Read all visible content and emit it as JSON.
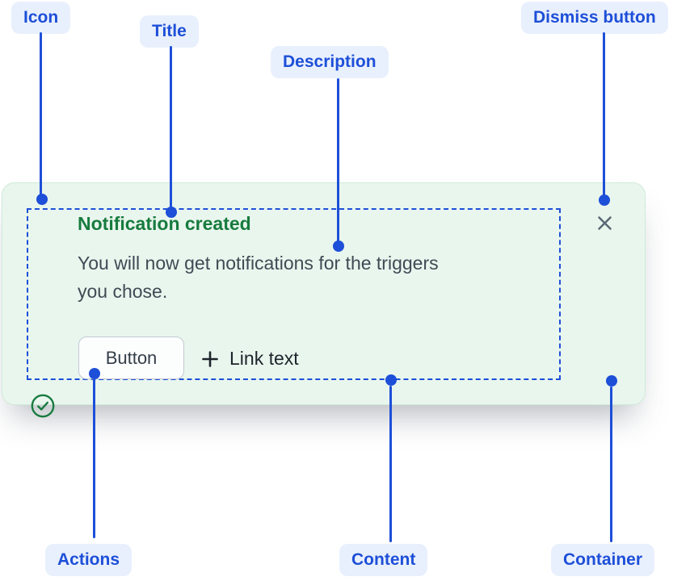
{
  "notification": {
    "icon": "success-check-icon",
    "title": "Notification created",
    "description": "You will now get notifications for the triggers you chose.",
    "description_lines": [
      "You will now get notifications for the triggers",
      "you chose."
    ],
    "button_label": "Button",
    "link_icon": "plus-icon",
    "link_label": "Link text",
    "dismiss_icon": "close-icon"
  },
  "callouts": {
    "icon": {
      "label": "Icon"
    },
    "title": {
      "label": "Title"
    },
    "description": {
      "label": "Description"
    },
    "dismiss": {
      "label": "Dismiss button"
    },
    "actions": {
      "label": "Actions"
    },
    "content": {
      "label": "Content"
    },
    "container": {
      "label": "Container"
    }
  },
  "colors": {
    "callout_blue": "#1D4FD8",
    "callout_pill_bg": "#E9F0FD",
    "success_green": "#177B3E",
    "card_bg": "#E9F6EE",
    "card_border": "#CFEAD8",
    "description_text": "#404A54",
    "dismiss_gray": "#5A6774"
  }
}
